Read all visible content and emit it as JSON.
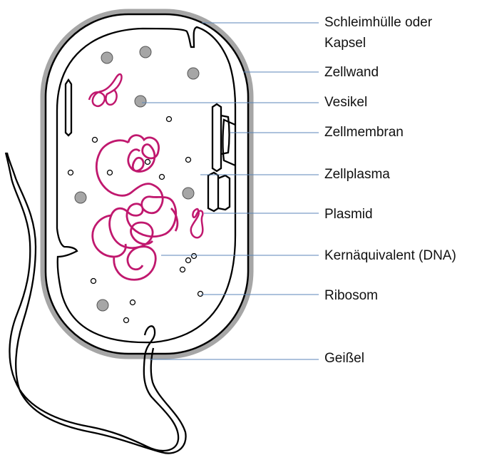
{
  "labels": {
    "capsule_line1": "Schleimhülle oder",
    "capsule_line2": "Kapsel",
    "cell_wall": "Zellwand",
    "vesicle": "Vesikel",
    "cell_membrane": "Zellmembran",
    "cytoplasm": "Zellplasma",
    "plasmid": "Plasmid",
    "nucleoid": "Kernäquivalent (DNA)",
    "ribosome": "Ribosom",
    "flagellum": "Geißel"
  },
  "colors": {
    "outline": "#000000",
    "capsule": "#a6a6a6",
    "dna": "#c0186e",
    "leader": "#5b86b8",
    "vesicle_fill": "#a6a6a6"
  }
}
